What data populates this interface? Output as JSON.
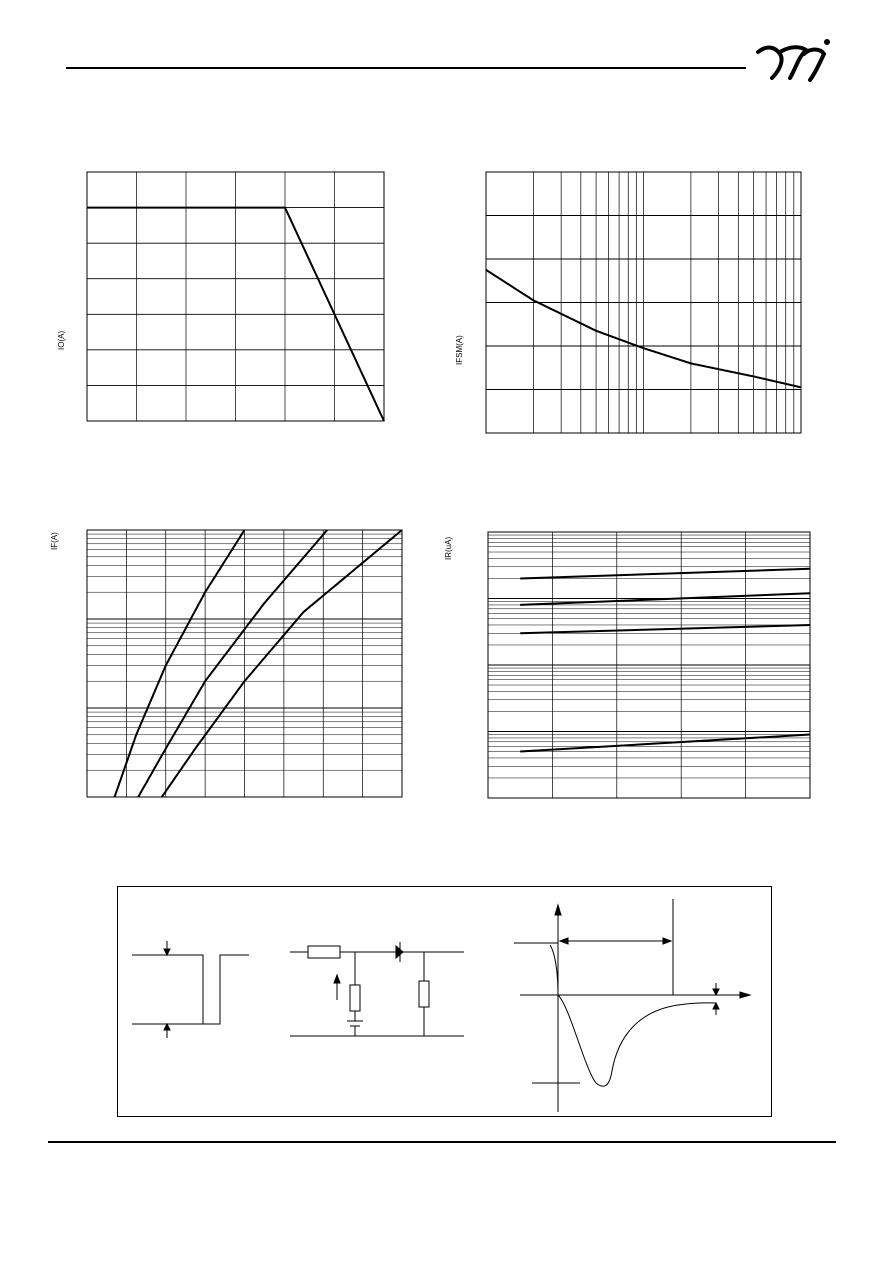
{
  "header": {
    "logo_icon": "yj-logo-icon"
  },
  "charts": {
    "io": {
      "type": "line",
      "ylabel": "IO(A)",
      "x": [
        0,
        4,
        6
      ],
      "y": [
        6,
        6,
        0
      ],
      "xlim": [
        0,
        6
      ],
      "ylim": [
        0,
        7
      ],
      "grid": true
    },
    "ifsm": {
      "type": "line",
      "ylabel": "IFSM(A)",
      "x_scale": "log",
      "xlim": [
        1,
        100
      ],
      "ylim": [
        0,
        6
      ],
      "x": [
        1,
        2,
        5,
        10,
        20,
        50,
        100
      ],
      "y": [
        3.75,
        3.05,
        2.35,
        1.95,
        1.6,
        1.3,
        1.05
      ],
      "grid": true
    },
    "if": {
      "type": "line",
      "ylabel": "IF(A)",
      "y_scale": "log",
      "ylim": [
        0.01,
        10
      ],
      "xlim": [
        0,
        1.6
      ],
      "series": [
        {
          "x": [
            0.14,
            0.25,
            0.4,
            0.6,
            0.8
          ],
          "y": [
            0.01,
            0.05,
            0.3,
            2,
            10
          ]
        },
        {
          "x": [
            0.26,
            0.4,
            0.6,
            0.9,
            1.22
          ],
          "y": [
            0.01,
            0.035,
            0.2,
            1.5,
            10
          ]
        },
        {
          "x": [
            0.38,
            0.55,
            0.8,
            1.1,
            1.6
          ],
          "y": [
            0.01,
            0.035,
            0.2,
            1.2,
            10
          ]
        }
      ],
      "grid": true
    },
    "ir": {
      "type": "line",
      "ylabel": "IR(uA)",
      "y_scale": "log",
      "ylim": [
        0.01,
        100
      ],
      "xlim": [
        20,
        100
      ],
      "series": [
        {
          "x": [
            28,
            100
          ],
          "y": [
            20,
            28
          ]
        },
        {
          "x": [
            28,
            100
          ],
          "y": [
            8,
            12
          ]
        },
        {
          "x": [
            28,
            100
          ],
          "y": [
            3,
            4
          ]
        },
        {
          "x": [
            28,
            100
          ],
          "y": [
            0.05,
            0.09
          ]
        }
      ],
      "grid": true
    }
  }
}
